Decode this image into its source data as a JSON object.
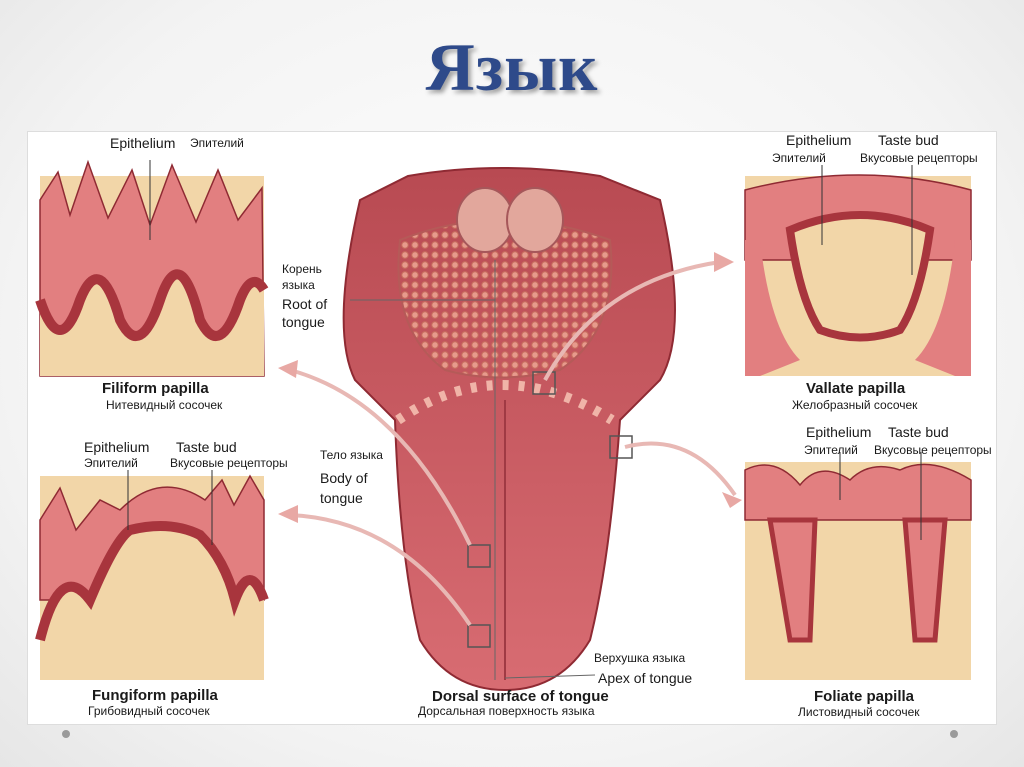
{
  "title": "Язык",
  "filiform": {
    "epithelium_en": "Epithelium",
    "epithelium_ru": "Эпителий",
    "caption_en": "Filiform papilla",
    "caption_ru": "Нитевидный сосочек"
  },
  "fungiform": {
    "epithelium_en": "Epithelium",
    "epithelium_ru": "Эпителий",
    "taste_bud_en": "Taste bud",
    "taste_bud_ru": "Вкусовые рецепторы",
    "caption_en": "Fungiform papilla",
    "caption_ru": "Грибовидный сосочек"
  },
  "vallate": {
    "epithelium_en": "Epithelium",
    "epithelium_ru": "Эпителий",
    "taste_bud_en": "Taste bud",
    "taste_bud_ru": "Вкусовые рецепторы",
    "caption_en": "Vallate papilla",
    "caption_ru": "Желобразный сосочек"
  },
  "foliate": {
    "epithelium_en": "Epithelium",
    "epithelium_ru": "Эпителий",
    "taste_bud_en": "Taste bud",
    "taste_bud_ru": "Вкусовые рецепторы",
    "caption_en": "Foliate papilla",
    "caption_ru": "Листовидный сосочек"
  },
  "tongue": {
    "root_ru_1": "Корень",
    "root_ru_2": "языка",
    "root_en_1": "Root of",
    "root_en_2": "tongue",
    "body_ru": "Тело языка",
    "body_en_1": "Body of",
    "body_en_2": "tongue",
    "apex_ru": "Верхушка языка",
    "apex_en": "Apex of tongue",
    "caption_en": "Dorsal surface of tongue",
    "caption_ru": "Дорсальная поверхность языка"
  },
  "colors": {
    "title": "#2e4a8a",
    "epithelium": "#a8353d",
    "tissue_pink": "#e07a7e",
    "connective": "#f2d6a8",
    "tongue": "#c9525a",
    "arrow": "#e8b8b4"
  }
}
